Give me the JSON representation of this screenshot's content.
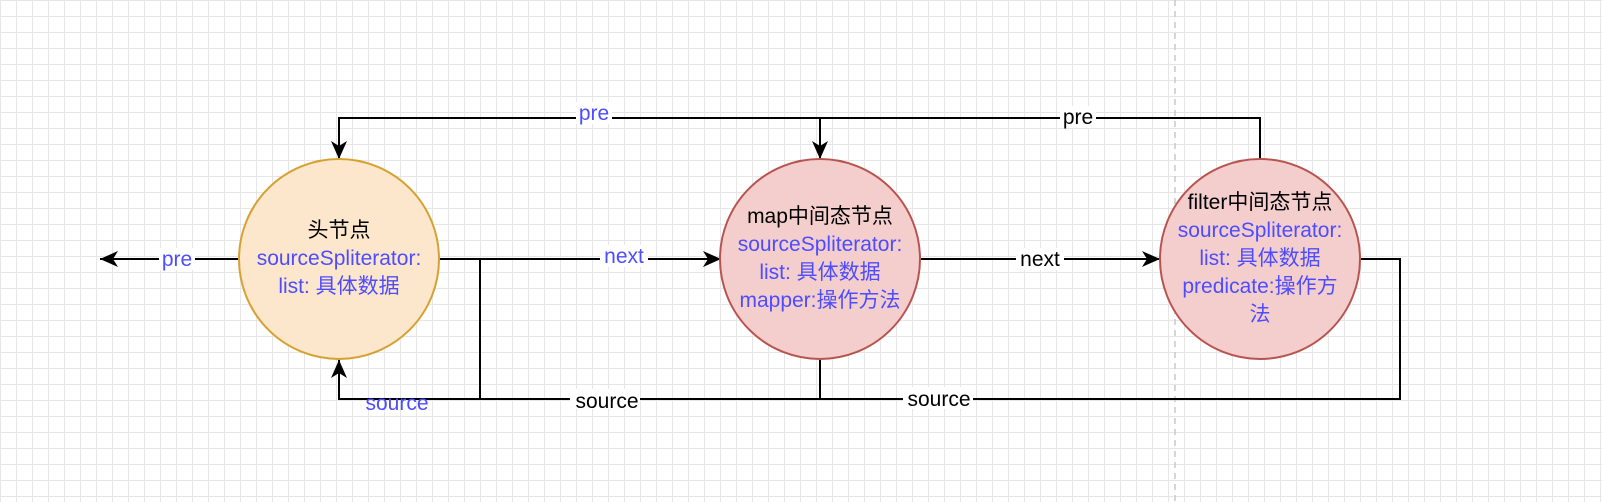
{
  "colors": {
    "edge": "#000000",
    "blue_text": "#4d4dff",
    "head_fill": "#fce6cc",
    "head_stroke": "#d6a131",
    "mid_fill": "#f4cecd",
    "mid_stroke": "#b85450"
  },
  "nodes": {
    "head": {
      "title": "头节点",
      "line1": "sourceSpliterator:",
      "line2": "list: 具体数据"
    },
    "map": {
      "title": "map中间态节点",
      "line1": "sourceSpliterator:",
      "line2": "list: 具体数据",
      "line3": "mapper:操作方法"
    },
    "filter": {
      "title": "filter中间态节点",
      "line1": "sourceSpliterator:",
      "line2": "list: 具体数据",
      "line3": "predicate:操作方",
      "line4": "法"
    }
  },
  "edges": {
    "pre_head_out": "pre",
    "pre_map_to_head": "pre",
    "pre_filter_to_map": "pre",
    "next_head_to_map": "next",
    "next_map_to_filter": "next",
    "source_head": "source",
    "source_map": "source",
    "source_filter": "source"
  }
}
